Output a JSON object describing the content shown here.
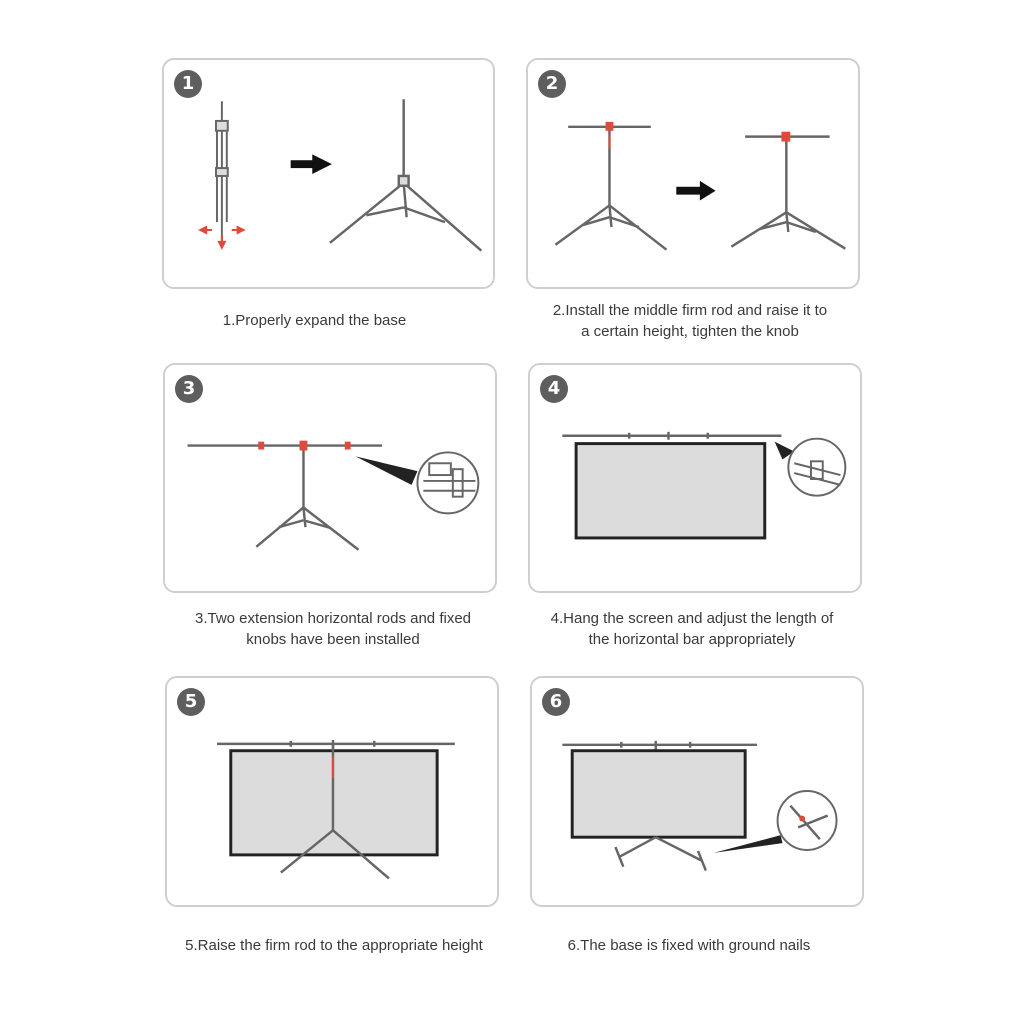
{
  "steps": [
    {
      "number": "1",
      "caption": "1.Properly expand the base"
    },
    {
      "number": "2",
      "caption": "2.Install the middle firm rod and raise it to a certain height, tighten the knob"
    },
    {
      "number": "3",
      "caption": "3.Two extension horizontal rods and fixed knobs have been installed"
    },
    {
      "number": "4",
      "caption": "4.Hang the screen and adjust the length of the horizontal bar appropriately"
    },
    {
      "number": "5",
      "caption": "5.Raise the firm rod to the appropriate height"
    },
    {
      "number": "6",
      "caption": "6.The base is fixed with ground nails"
    }
  ],
  "colors": {
    "frame": "#cfcfcf",
    "badge": "#5e5e5e",
    "line": "#555555",
    "accent_red": "#e04a3a",
    "screen_fill": "#dcdcdc"
  }
}
